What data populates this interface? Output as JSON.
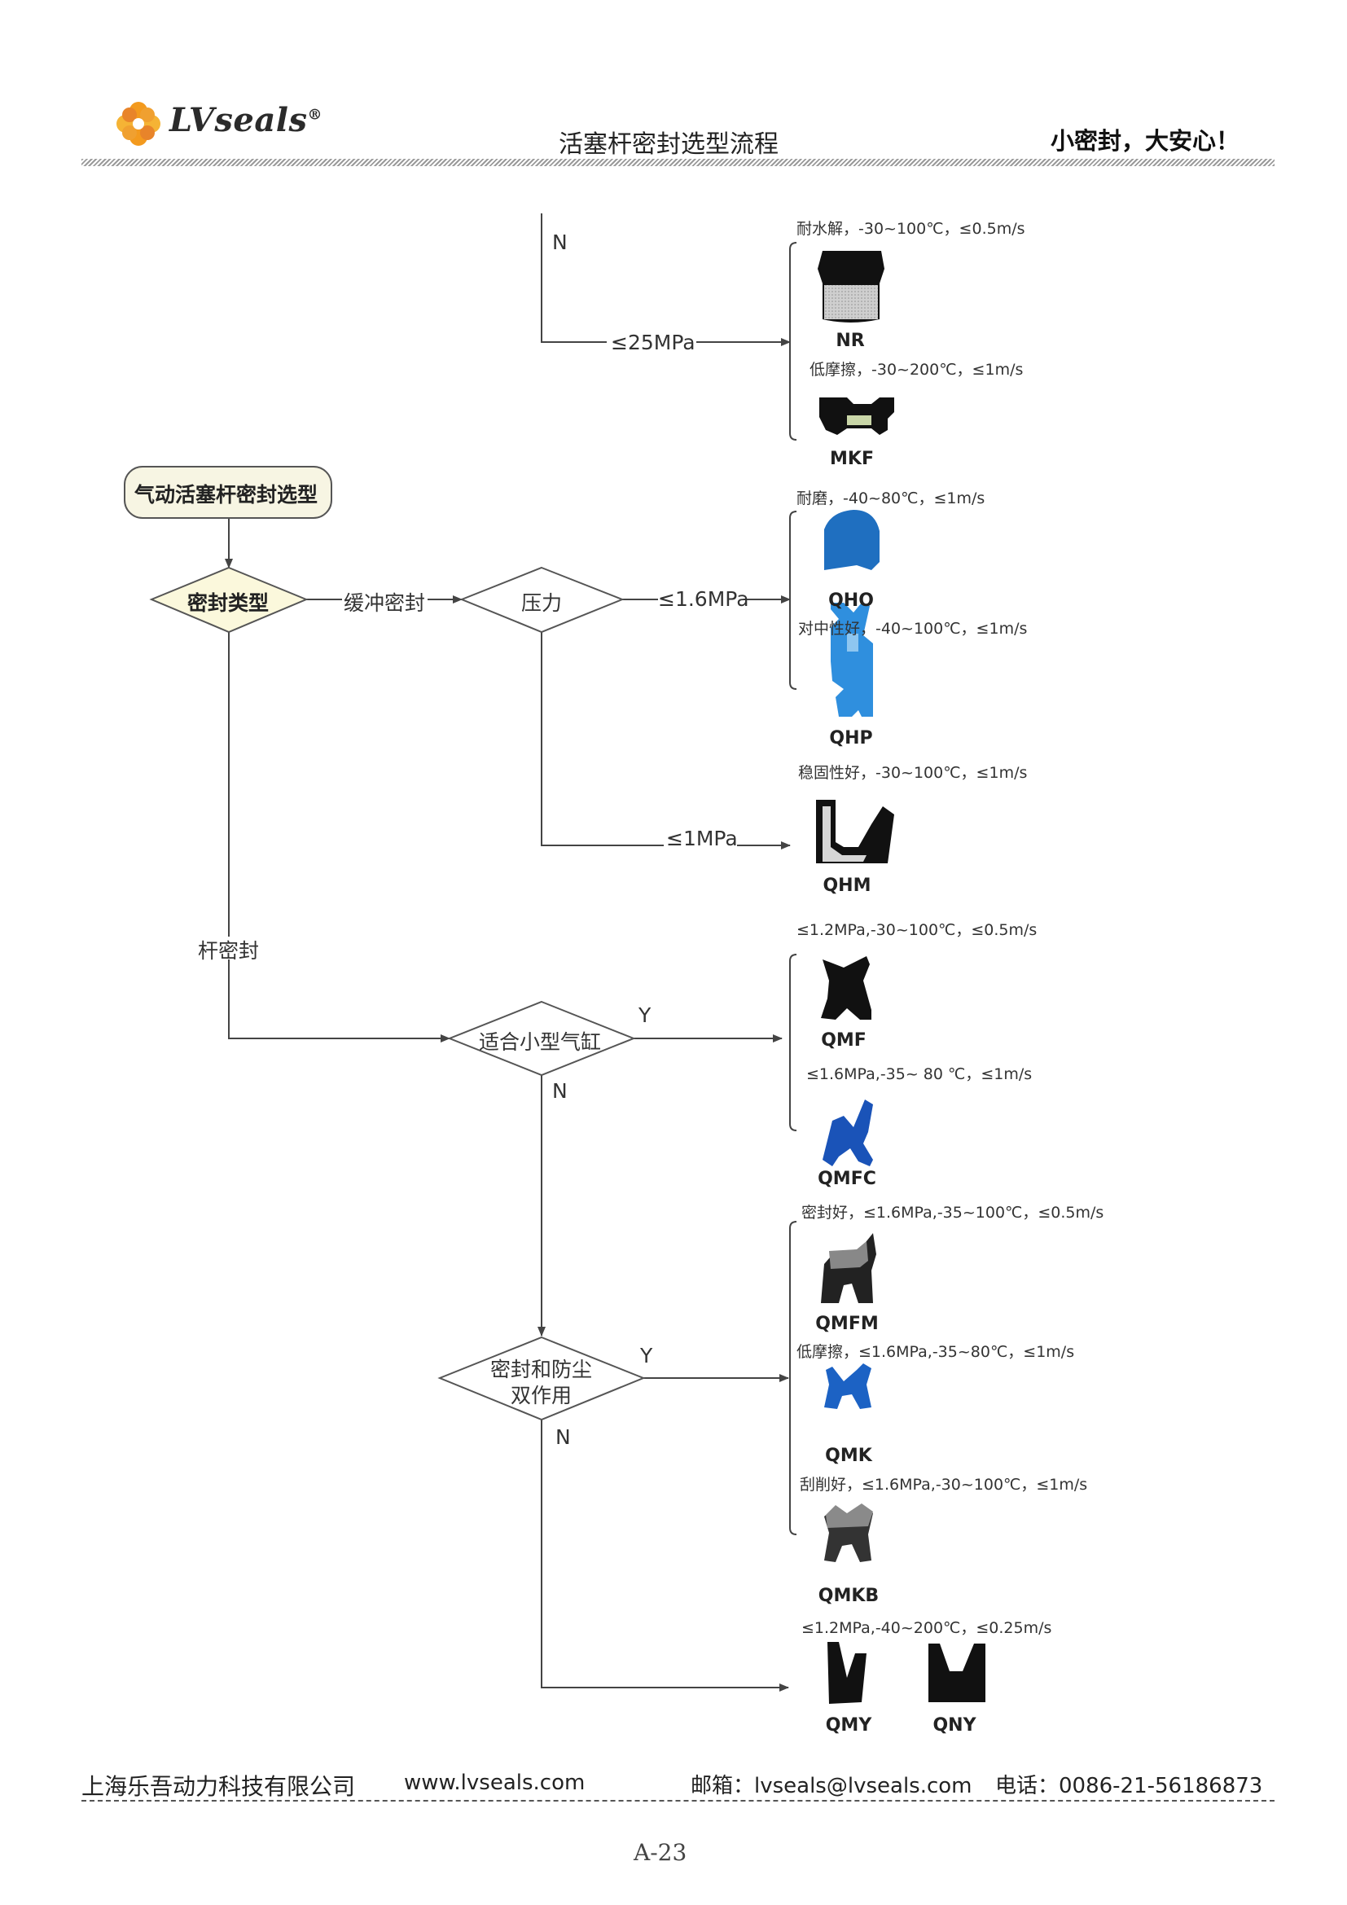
{
  "header": {
    "brand": "LVseals",
    "brand_mark": "®",
    "doc_title": "活塞杆密封选型流程",
    "slogan": "小密封，大安心！"
  },
  "flow": {
    "start": "气动活塞杆密封选型",
    "seal_type": "密封类型",
    "cushion": "缓冲密封",
    "pressure": "压力",
    "rod_seal": "杆密封",
    "small_cylinder": "适合小型气缸",
    "dual_line1": "密封和防尘",
    "dual_line2": "双作用",
    "n_label": "N",
    "y_label": "Y",
    "le25": "≤25MPa",
    "le16": "≤1.6MPa",
    "le1": "≤1MPa"
  },
  "products": {
    "nr_spec": "耐水解，-30~100℃，≤0.5m/s",
    "nr": "NR",
    "mkf_spec": "低摩擦，-30~200℃，≤1m/s",
    "mkf": "MKF",
    "qho_spec": "耐磨，-40~80℃，≤1m/s",
    "qho": "QHO",
    "qhp_spec": "对中性好，-40~100℃，≤1m/s",
    "qhp": "QHP",
    "qhm_spec": "稳固性好，-30~100℃，≤1m/s",
    "qhm": "QHM",
    "qmf_spec": "≤1.2MPa,-30~100℃，≤0.5m/s",
    "qmf": "QMF",
    "qmfc_spec": "≤1.6MPa,-35~ 80 ℃，≤1m/s",
    "qmfc": "QMFC",
    "qmfm_spec": "密封好，≤1.6MPa,-35~100℃，≤0.5m/s",
    "qmfm": "QMFM",
    "qmk_spec": "低摩擦，≤1.6MPa,-35~80℃，≤1m/s",
    "qmk": "QMK",
    "qmkb_spec": "刮削好，≤1.6MPa,-30~100℃，≤1m/s",
    "qmkb": "QMKB",
    "qmy_spec": "≤1.2MPa,-40~200℃，≤0.25m/s",
    "qmy": "QMY",
    "qny": "QNY"
  },
  "footer": {
    "company": "上海乐吾动力科技有限公司",
    "website": "www.lvseals.com",
    "email": "邮箱：lvseals@lvseals.com",
    "phone": "电话：0086-21-56186873",
    "page": "A-23"
  },
  "colors": {
    "blue_seal": "#1f6fc0",
    "black_seal": "#111111",
    "grey_seal": "#555555",
    "logo_orange": "#f39a1e",
    "start_fill": "#f7f5e3",
    "diamond_fill": "#fbf8dc"
  }
}
